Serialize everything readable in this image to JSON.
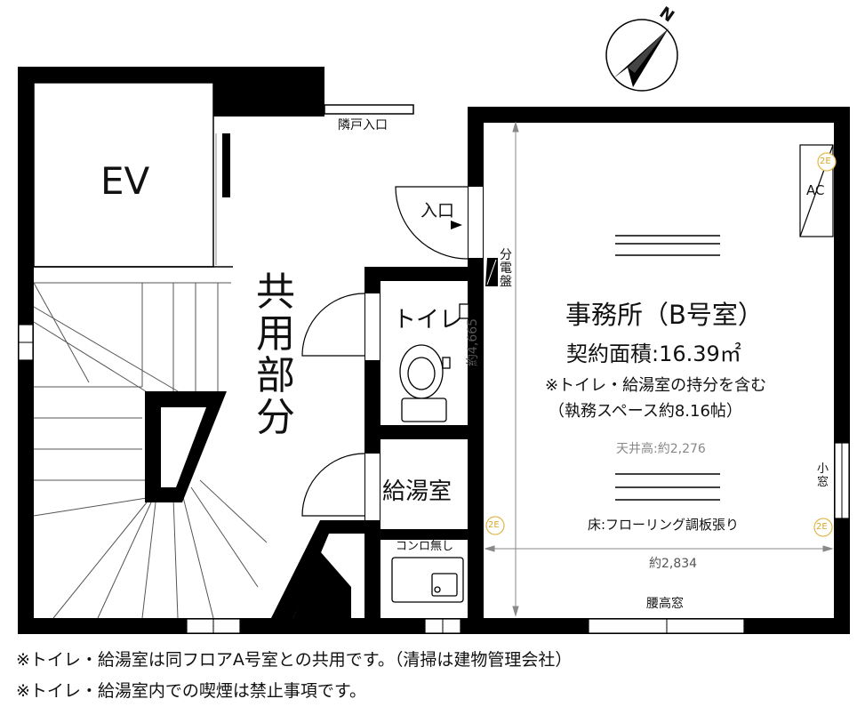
{
  "labels": {
    "ev": "EV",
    "neighbor_entrance": "隣戸入口",
    "entrance": "入口",
    "switchboard": [
      "分",
      "電",
      "盤"
    ],
    "common_area": [
      "共",
      "用",
      "部",
      "分"
    ],
    "toilet": "トイレ",
    "kitchenette": "給湯室",
    "no_stove": "コンロ無し",
    "office_title": "事務所（B号室）",
    "contract_area": "契約面積:16.39㎡",
    "note_included": "※トイレ・給湯室の持分を含む",
    "note_work_space": "（執務スペース約8.16帖）",
    "ceiling_height": "天井高:約2,276",
    "ac": "AC",
    "small_window": [
      "小",
      "窓"
    ],
    "floor_finish": "床:フローリング調板張り",
    "dim_width": "約2,834",
    "dim_depth": "約4,665",
    "waist_window": "腰高窓",
    "marker_2e": "2E",
    "north": "N"
  },
  "footnotes": [
    "※トイレ・給湯室は同フロアA号室との共用です。（清掃は建物管理会社）",
    "※トイレ・給湯室内での喫煙は禁止事項です。"
  ]
}
